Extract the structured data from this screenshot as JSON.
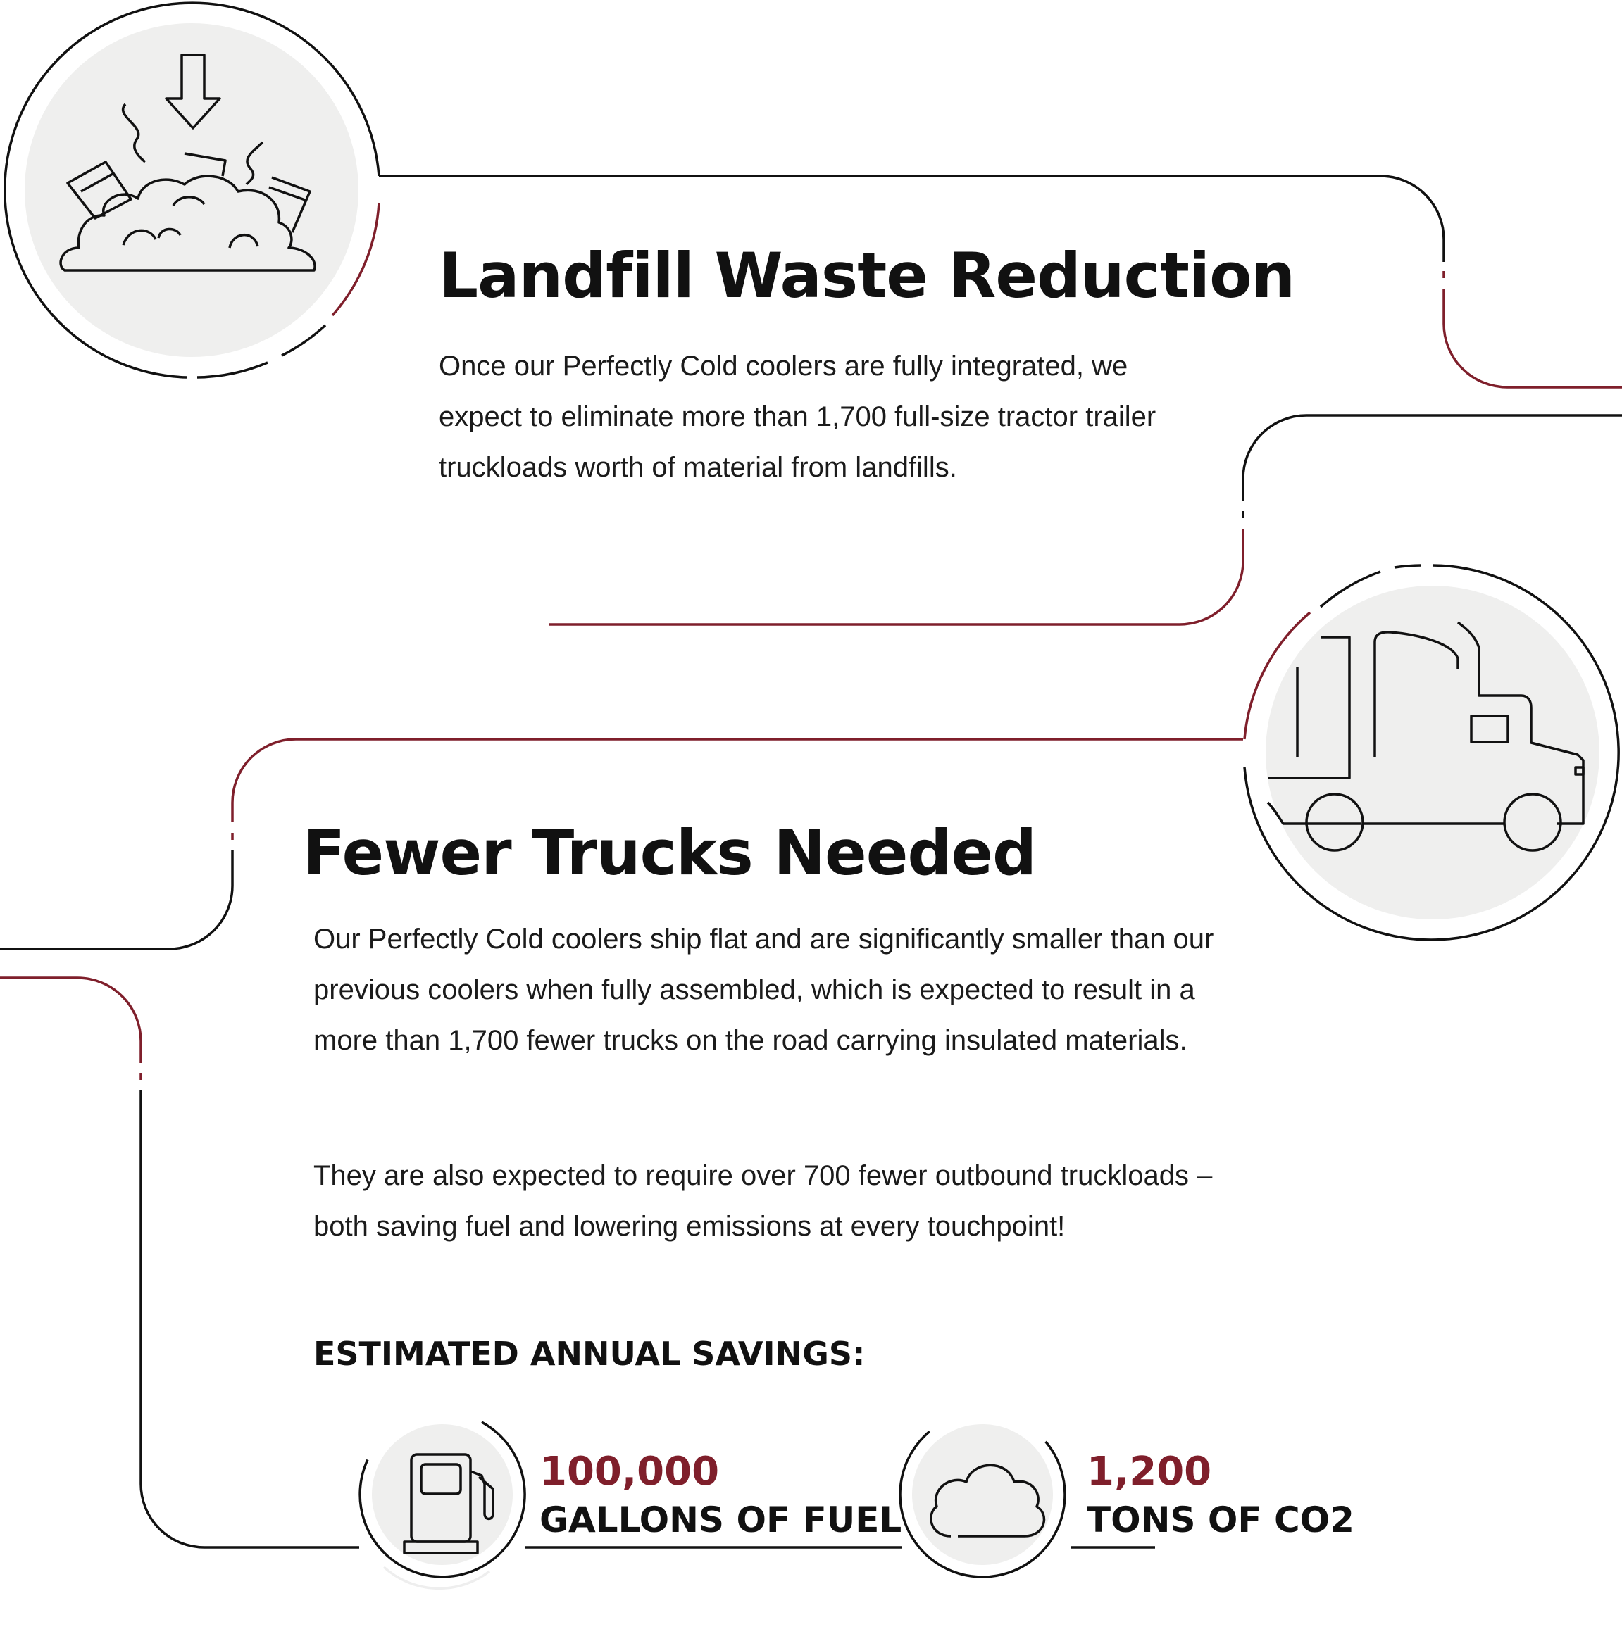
{
  "landfill": {
    "title": "Landfill Waste Reduction",
    "body": "Once our Perfectly Cold coolers are fully integrated, we expect to eliminate more than 1,700 full-size tractor trailer truckloads worth of material from landfills.",
    "icon": "landfill-icon"
  },
  "trucks": {
    "title": "Fewer Trucks Needed",
    "body1": "Our Perfectly Cold coolers ship flat and are significantly smaller than our previous coolers when fully assembled, which is expected to result in a more than 1,700 fewer trucks on the road carrying insulated materials.",
    "body2": "They are also expected to require over 700 fewer outbound truckloads – both saving fuel and lowering emissions at every touchpoint!",
    "icon": "truck-icon"
  },
  "savings": {
    "title": "ESTIMATED ANNUAL SAVINGS:",
    "fuel": {
      "value": "100,000",
      "label": "GALLONS OF FUEL",
      "icon": "fuel-pump-icon"
    },
    "co2": {
      "value": "1,200",
      "label": "TONS OF CO2",
      "icon": "cloud-icon"
    }
  },
  "colors": {
    "accent": "#7f1f2b",
    "line": "#111111",
    "circle_fill": "#efefee"
  }
}
